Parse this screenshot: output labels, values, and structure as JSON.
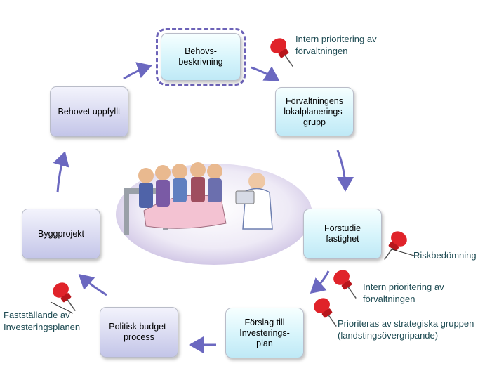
{
  "colors": {
    "arrow": "#6b68c0",
    "pin_red": "#e0232a",
    "note_text": "#1d4a52",
    "dashed_border": "#6d63b8"
  },
  "nodes": [
    {
      "id": "behovsbeskrivning",
      "label": "Behovs-\nbeskrivning"
    },
    {
      "id": "forvaltningens",
      "label": "Förvaltningens\nlokalplanerings-\ngrupp"
    },
    {
      "id": "forstudie",
      "label": "Förstudie\nfastighet"
    },
    {
      "id": "forslag",
      "label": "Förslag till\nInvesterings-\nplan"
    },
    {
      "id": "politisk",
      "label": "Politisk budget-\nprocess"
    },
    {
      "id": "byggprojekt",
      "label": "Byggprojekt"
    },
    {
      "id": "behovet",
      "label": "Behovet uppfyllt"
    }
  ],
  "annotations": [
    {
      "id": "intern1",
      "text": "Intern prioritering av\nförvaltningen",
      "icon": "pushpin-icon"
    },
    {
      "id": "risk",
      "text": "Riskbedömning",
      "icon": "pushpin-icon"
    },
    {
      "id": "intern2",
      "text": "Intern prioritering av\nförvaltningen",
      "icon": "pushpin-icon"
    },
    {
      "id": "strategiska",
      "text": "Prioriteras av strategiska gruppen\n(landstingsövergripande)",
      "icon": "pushpin-icon"
    },
    {
      "id": "faststallande",
      "text": "Fastställande av\nInvesteringsplanen",
      "icon": "pushpin-icon"
    }
  ],
  "center_illustration": {
    "icon": "hospital-bed-cartoon-icon"
  }
}
